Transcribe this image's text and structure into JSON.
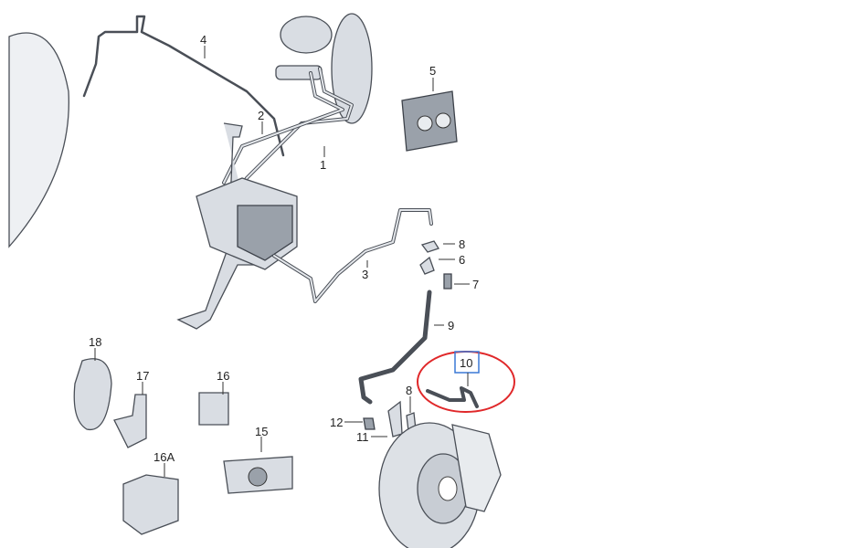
{
  "diagram": {
    "labels": {
      "p1": "1",
      "p2": "2",
      "p3": "3",
      "p4": "4",
      "p5": "5",
      "p6": "6",
      "p7": "7",
      "p8a": "8",
      "p8b": "8",
      "p9": "9",
      "p10": "10",
      "p11": "11",
      "p12": "12",
      "p15": "15",
      "p16": "16",
      "p16a": "16A",
      "p17": "17",
      "p18": "18"
    },
    "highlight": {
      "part": "10",
      "circle_color": "#e0282a",
      "box_color": "#3a78d6"
    }
  }
}
